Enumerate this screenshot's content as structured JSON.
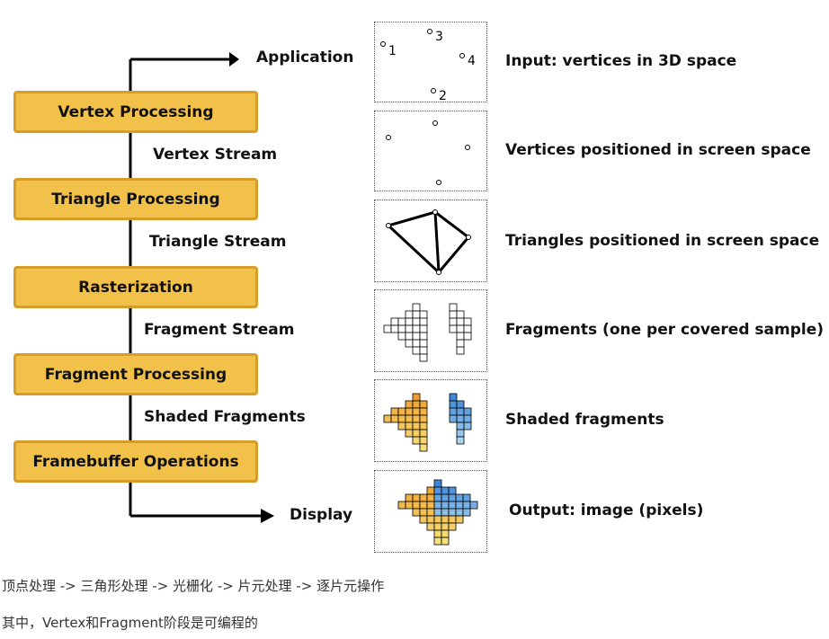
{
  "pipeline": {
    "start_label": "Application",
    "end_label": "Display",
    "stages": [
      {
        "label": "Vertex Processing"
      },
      {
        "label": "Triangle Processing"
      },
      {
        "label": "Rasterization"
      },
      {
        "label": "Fragment Processing"
      },
      {
        "label": "Framebuffer Operations"
      }
    ],
    "streams": [
      {
        "label": "Vertex Stream"
      },
      {
        "label": "Triangle Stream"
      },
      {
        "label": "Fragment Stream"
      },
      {
        "label": "Shaded Fragments"
      }
    ]
  },
  "panels": [
    {
      "description": "Input: vertices in 3D space",
      "vertex_labels": [
        "1",
        "3",
        "4",
        "2"
      ]
    },
    {
      "description": "Vertices positioned in screen space"
    },
    {
      "description": "Triangles positioned in screen space"
    },
    {
      "description": "Fragments (one per covered sample)"
    },
    {
      "description": "Shaded fragments"
    },
    {
      "description": "Output: image (pixels)"
    }
  ],
  "captions": [
    "顶点处理 -> 三角形处理 -> 光栅化 -> 片元处理 -> 逐片元操作",
    "其中，Vertex和Fragment阶段是可编程的"
  ],
  "colors": {
    "stage_fill": "#f2c14a",
    "stage_border": "#d79c2a",
    "orange_shade": "#f0a030",
    "yellow_shade": "#f7e07a",
    "blue_shade": "#3f86d6",
    "light_blue_shade": "#a9d4f0"
  }
}
